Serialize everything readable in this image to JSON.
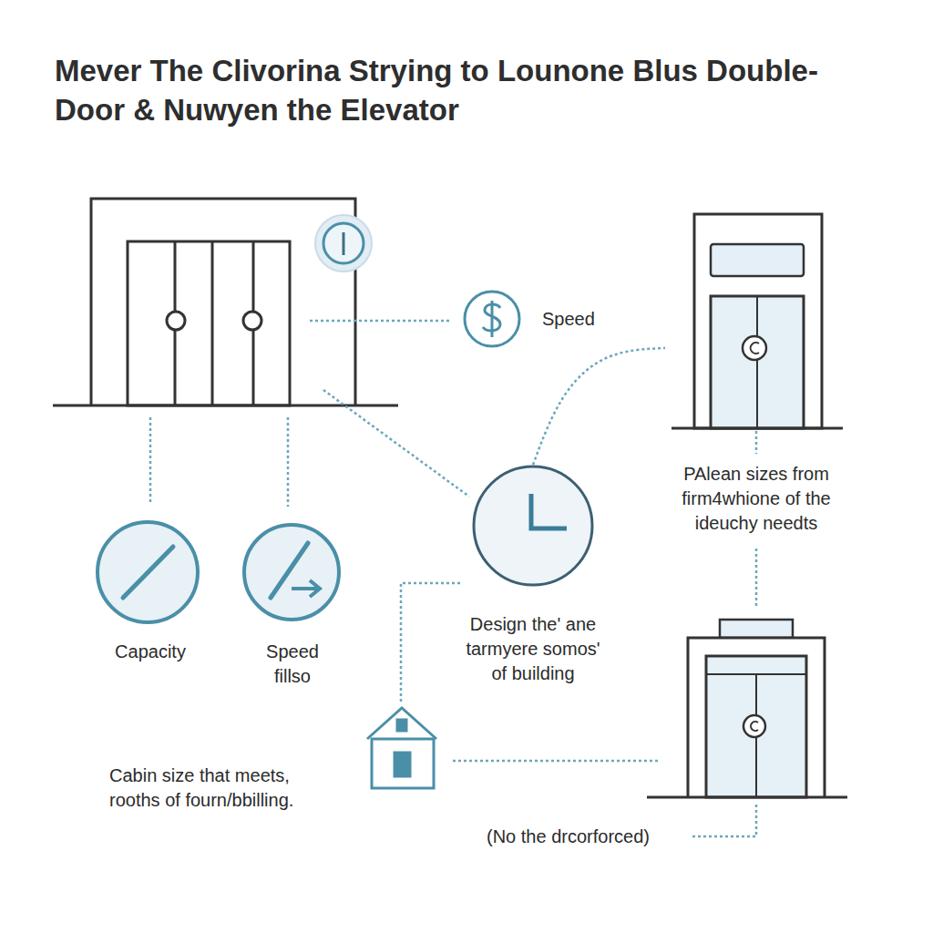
{
  "diagram": {
    "title": "Mever The Clivorina Strying to Lounone Blus Double-Door & Nuwyen the Elevator",
    "nodes": [
      {
        "text": [
          "Speed"
        ]
      },
      {
        "text": [
          "Capacity"
        ]
      },
      {
        "text": [
          "Speed fillso"
        ]
      },
      {
        "text": [
          "Design the' ane tarmyere somos' of building"
        ]
      },
      {
        "text": [
          "Cabin size that meets, rooths of fourn/bbilling."
        ]
      },
      {
        "text": [
          "PAlean sizes from firm4whione of the ideuchy needts"
        ]
      }
    ],
    "edges": [
      {
        "from": 3,
        "to": 5,
        "arrow": "none"
      },
      {
        "from": 3,
        "to": 4,
        "arrow": "none"
      }
    ],
    "labels": [
      "(No the drcorforced)"
    ]
  }
}
